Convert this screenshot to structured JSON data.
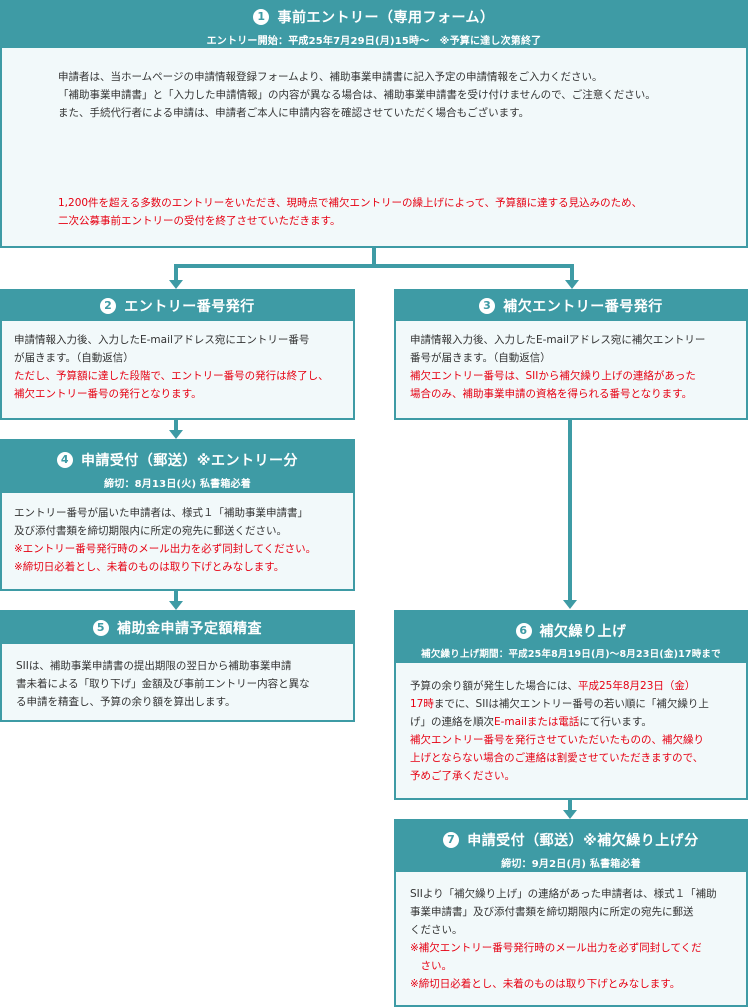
{
  "steps": {
    "s1": {
      "num": "1",
      "title": "事前エントリー（専用フォーム）",
      "subtitle": "エントリー開始：平成25年7月29日(月)15時〜　※予算に達し次第終了",
      "lines": [
        "申請者は、当ホームページの申請情報登録フォームより、補助事業申請書に記入予定の申請情報をご入力ください。",
        "「補助事業申請書」と「入力した申請情報」の内容が異なる場合は、補助事業申請書を受け付けませんので、ご注意ください。",
        "また、手続代行者による申請は、申請者ご本人に申請内容を確認させていただく場合もございます。"
      ],
      "notice": [
        "1,200件を超える多数のエントリーをいただき、現時点で補欠エントリーの繰上げによって、予算額に達する見込みのため、",
        "二次公募事前エントリーの受付を終了させていただきます。"
      ]
    },
    "s2": {
      "num": "2",
      "title": "エントリー番号発行",
      "lines": [
        "申請情報入力後、入力したE-mailアドレス宛にエントリー番号",
        "が届きます。（自動返信）"
      ],
      "notice": [
        "ただし、予算額に達した段階で、エントリー番号の発行は終了し、",
        "補欠エントリー番号の発行となります。"
      ]
    },
    "s3": {
      "num": "3",
      "title": "補欠エントリー番号発行",
      "lines": [
        "申請情報入力後、入力したE-mailアドレス宛に補欠エントリー",
        "番号が届きます。（自動返信）"
      ],
      "notice": [
        "補欠エントリー番号は、SIIから補欠繰り上げの連絡があった",
        "場合のみ、補助事業申請の資格を得られる番号となります。"
      ]
    },
    "s4": {
      "num": "4",
      "title": "申請受付（郵送）※エントリー分",
      "subtitle": "締切：8月13日(火) 私書箱必着",
      "lines": [
        "エントリー番号が届いた申請者は、様式１「補助事業申請書」",
        "及び添付書類を締切期限内に所定の宛先に郵送ください。"
      ],
      "notice": [
        "※エントリー番号発行時のメール出力を必ず同封してください。",
        "※締切日必着とし、未着のものは取り下げとみなします。"
      ]
    },
    "s5": {
      "num": "5",
      "title": "補助金申請予定額精査",
      "lines": [
        "SIIは、補助事業申請書の提出期限の翌日から補助事業申請",
        "書未着による「取り下げ」金額及び事前エントリー内容と異な",
        "る申請を精査し、予算の余り額を算出します。"
      ]
    },
    "s6": {
      "num": "6",
      "title": "補欠繰り上げ",
      "subtitle": "補欠繰り上げ期間：平成25年8月19日(月)〜8月23日(金)17時まで",
      "l1a": "予算の余り額が発生した場合には、",
      "l1b": "平成25年8月23日（金）",
      "l2a": "17時",
      "l2b": "までに、SIIは補欠エントリー番号の若い順に「補欠繰り上",
      "l3a": "げ」の連絡を順次",
      "l3b": "E-mailまたは電話",
      "l3c": "にて行います。",
      "notice": [
        "補欠エントリー番号を発行させていただいたものの、補欠繰り",
        "上げとならない場合のご連絡は割愛させていただきますので、",
        "予めご了承ください。"
      ]
    },
    "s7": {
      "num": "7",
      "title": "申請受付（郵送）※補欠繰り上げ分",
      "subtitle": "締切：9月2日(月) 私書箱必着",
      "lines": [
        "SIIより「補欠繰り上げ」の連絡があった申請者は、様式１「補助",
        "事業申請書」及び添付書類を締切期限内に所定の宛先に郵送",
        "ください。"
      ],
      "notice": [
        "※補欠エントリー番号発行時のメール出力を必ず同封してくだ",
        "　さい。",
        "※締切日必着とし、未着のものは取り下げとみなします。"
      ]
    }
  },
  "colors": {
    "accent": "#3e9ba5",
    "panel": "#f2f9fa",
    "notice": "#e60012"
  }
}
